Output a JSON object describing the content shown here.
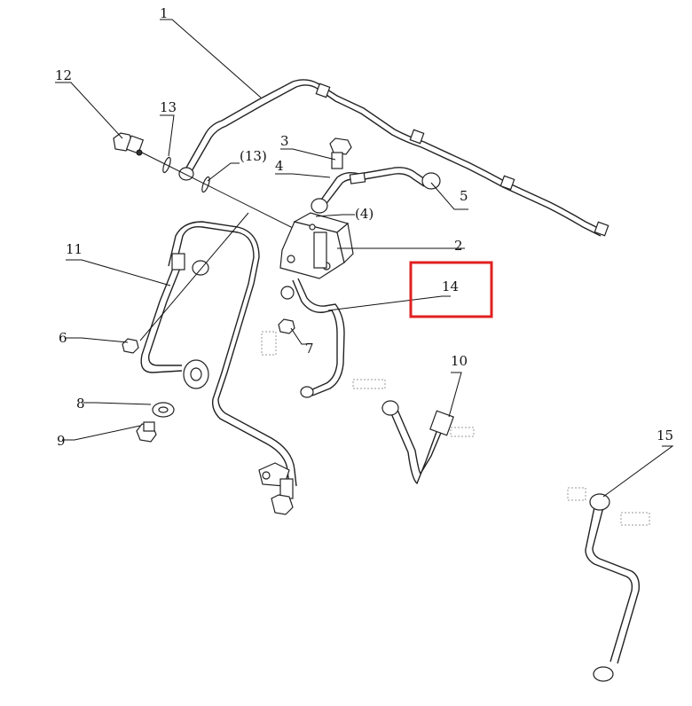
{
  "callouts": [
    {
      "id": "1",
      "label": "1"
    },
    {
      "id": "2",
      "label": "2"
    },
    {
      "id": "3",
      "label": "3"
    },
    {
      "id": "4",
      "label": "4"
    },
    {
      "id": "4b",
      "label": "(4)"
    },
    {
      "id": "5",
      "label": "5"
    },
    {
      "id": "6",
      "label": "6"
    },
    {
      "id": "7",
      "label": "7"
    },
    {
      "id": "8",
      "label": "8"
    },
    {
      "id": "9",
      "label": "9"
    },
    {
      "id": "10",
      "label": "10"
    },
    {
      "id": "11",
      "label": "11"
    },
    {
      "id": "12",
      "label": "12"
    },
    {
      "id": "13",
      "label": "13"
    },
    {
      "id": "13b",
      "label": "(13)"
    },
    {
      "id": "14",
      "label": "14"
    },
    {
      "id": "15",
      "label": "15"
    }
  ],
  "highlight": {
    "target": "14",
    "color": "#e02020"
  }
}
